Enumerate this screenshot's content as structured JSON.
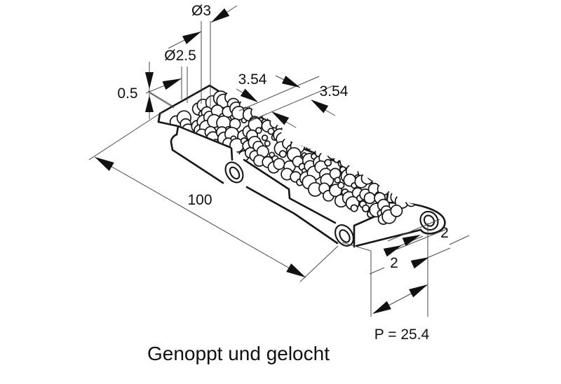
{
  "figure": {
    "caption": "Genoppt und gelocht",
    "dimensions": {
      "knob_diameter": "Ø3",
      "hole_diameter": "Ø2.5",
      "knob_height": "0.5",
      "row_spacing_1": "3.54",
      "row_spacing_2": "3.54",
      "module_length": "100",
      "edge_gap_upper": "2",
      "edge_gap_lower": "2",
      "pitch": "P = 25.4"
    },
    "colors": {
      "line": "#161616",
      "thin_line": "#4a4a4a",
      "background": "#ffffff"
    }
  }
}
